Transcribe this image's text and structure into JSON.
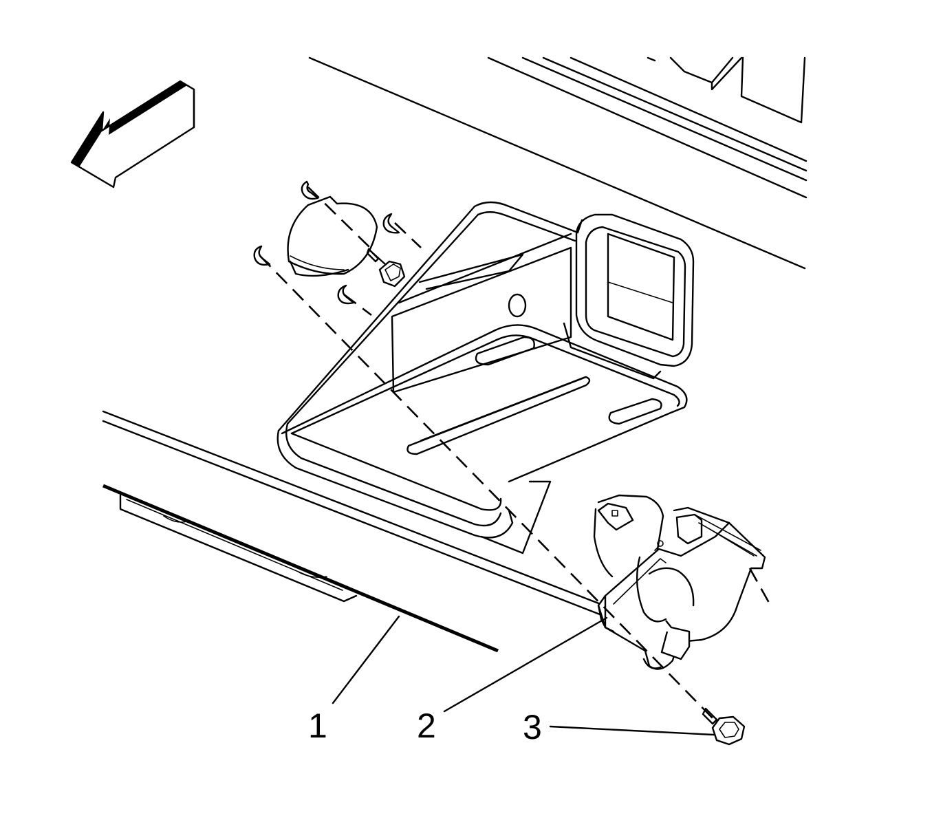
{
  "callouts": {
    "c1": {
      "number": "1"
    },
    "c2": {
      "number": "2"
    },
    "c3": {
      "number": "3"
    }
  },
  "colors": {
    "line": "#000000",
    "background": "#ffffff"
  },
  "icons": {
    "direction_arrow": "forward-arrow-icon"
  }
}
